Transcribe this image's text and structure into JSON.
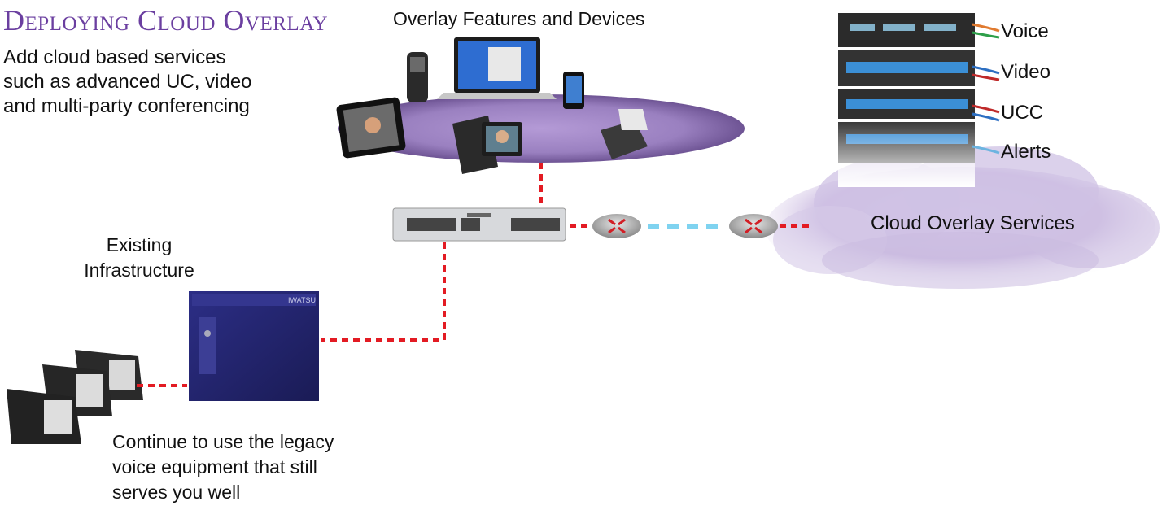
{
  "title": "Deploying Cloud Overlay",
  "intro_text": "Add cloud based services such as advanced UC, video and multi-party conferencing",
  "features_title": "Overlay Features and Devices",
  "existing_infra_label": "Existing Infrastructure",
  "legacy_text": "Continue to use the legacy voice equipment that still serves you well",
  "cloud_label": "Cloud Overlay Services",
  "services": [
    "Voice",
    "Video",
    "UCC",
    "Alerts"
  ],
  "pbx_brand": "IWATSU",
  "colors": {
    "title": "#6b3fa0",
    "link_red": "#e31b23",
    "link_blue": "#7fd3f0",
    "oval": "#9f86c2",
    "cloud": "#c9b8df"
  }
}
